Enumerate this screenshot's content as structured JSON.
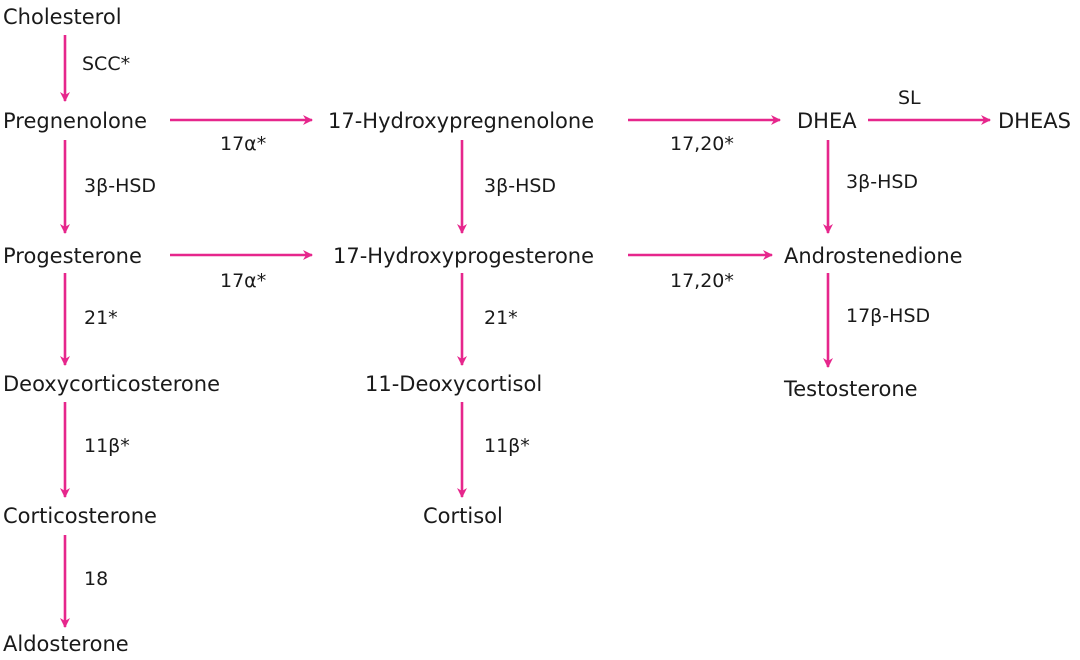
{
  "colors": {
    "arrow": "#e6268c",
    "text": "#1a1a1a",
    "background": "#ffffff"
  },
  "nodes": {
    "cholesterol": "Cholesterol",
    "pregnenolone": "Pregnenolone",
    "hydroxypregnenolone": "17-Hydroxypregnenolone",
    "dhea": "DHEA",
    "dheas": "DHEAS",
    "progesterone": "Progesterone",
    "hydroxyprogesterone": "17-Hydroxyprogesterone",
    "androstenedione": "Androstenedione",
    "deoxycorticosterone": "Deoxycorticosterone",
    "deoxycortisol": "11-Deoxycortisol",
    "testosterone": "Testosterone",
    "corticosterone": "Corticosterone",
    "cortisol": "Cortisol",
    "aldosterone": "Aldosterone"
  },
  "enzymes": {
    "scc": "SCC*",
    "alpha17_a": "17α*",
    "lyase_a": "17,20*",
    "sl": "SL",
    "hsd3b_a": "3β-HSD",
    "hsd3b_b": "3β-HSD",
    "hsd3b_c": "3β-HSD",
    "alpha17_b": "17α*",
    "lyase_b": "17,20*",
    "h21_a": "21*",
    "h21_b": "21*",
    "hsd17b": "17β-HSD",
    "h11b_a": "11β*",
    "h11b_b": "11β*",
    "h18": "18"
  }
}
